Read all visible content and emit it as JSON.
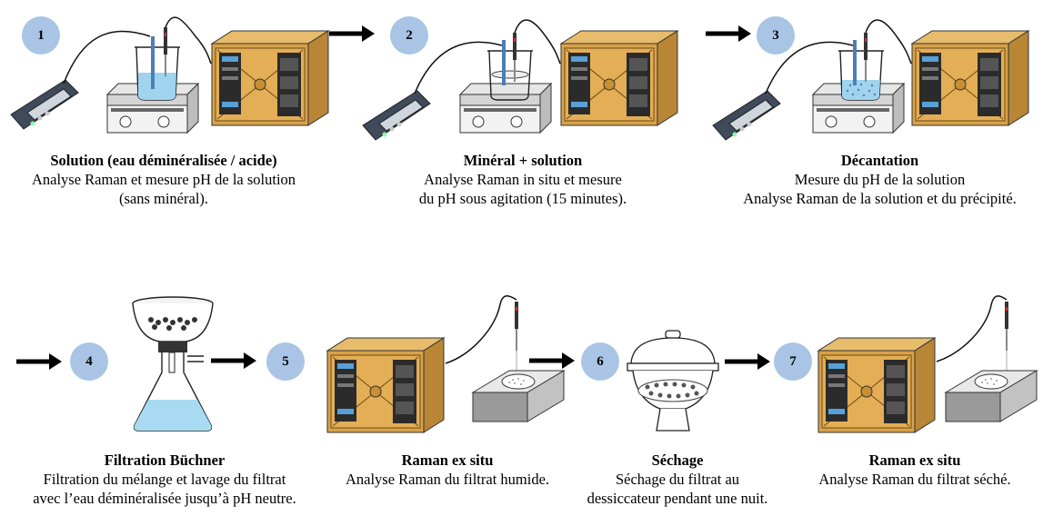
{
  "steps": [
    {
      "num": "1",
      "title": "Solution (eau déminéralisée / acide)",
      "lines": [
        "Analyse Raman et mesure pH de la solution",
        "(sans minéral)."
      ]
    },
    {
      "num": "2",
      "title": "Minéral + solution",
      "lines": [
        "Analyse Raman in situ et mesure",
        "du pH sous agitation (15 minutes)."
      ]
    },
    {
      "num": "3",
      "title": "Décantation",
      "lines": [
        "Mesure du pH de la solution",
        "Analyse Raman de la solution et du précipité."
      ]
    },
    {
      "num": "4",
      "title": "Filtration Büchner",
      "lines": [
        "Filtration du mélange et lavage du filtrat",
        "avec l’eau déminéralisée jusqu’à pH neutre."
      ]
    },
    {
      "num": "5",
      "title": "Raman ex situ",
      "lines": [
        "Analyse Raman du filtrat humide."
      ]
    },
    {
      "num": "6",
      "title": "Séchage",
      "lines": [
        "Séchage du filtrat au",
        "dessiccateur pendant une nuit."
      ]
    },
    {
      "num": "7",
      "title": "Raman ex situ",
      "lines": [
        "Analyse Raman du filtrat séché."
      ]
    }
  ],
  "colors": {
    "badge": "#a9c4e4",
    "spectrometer_body": "#d8a24a",
    "arrow": "#000000",
    "liquid": "#9fd3ee"
  },
  "icons": [
    "pH-meter-icon",
    "magnetic-stirrer-icon",
    "beaker-icon",
    "raman-probe-icon",
    "raman-spectrometer-icon",
    "buchner-funnel-icon",
    "sample-holder-icon",
    "desiccator-icon",
    "arrow-icon"
  ]
}
